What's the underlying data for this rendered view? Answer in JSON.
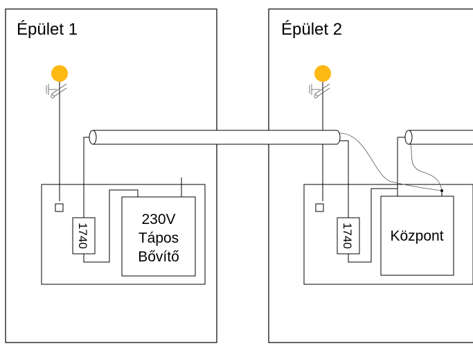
{
  "buildings": [
    {
      "title": "Épület 1",
      "sensor_label": "1740",
      "unit_lines": [
        "230V",
        "Tápos",
        "Bővítő"
      ]
    },
    {
      "title": "Épület 2",
      "sensor_label": "1740",
      "unit_lines": [
        "Központ"
      ]
    }
  ],
  "colors": {
    "lamp": "#FDB813",
    "line": "#000000",
    "background": "#FFFFFF"
  }
}
